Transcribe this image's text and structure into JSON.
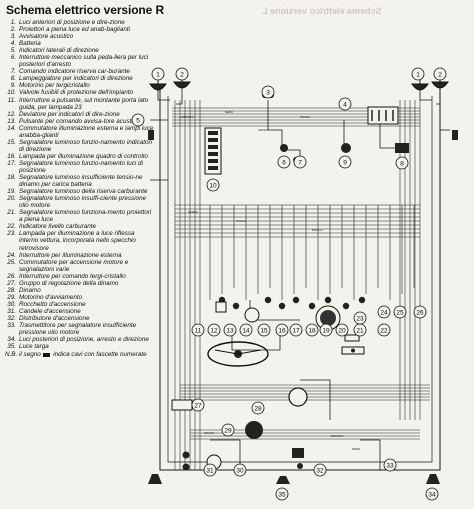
{
  "title": "Schema elettrico versione R",
  "ghost_text": "Schema elettrico versione L",
  "legend": [
    {
      "n": "1.",
      "t": "Luci anteriori di posizione e dire-zione"
    },
    {
      "n": "2.",
      "t": "Proiettori a piena luce ed anab-baglianti"
    },
    {
      "n": "3.",
      "t": "Avvisatore acustico"
    },
    {
      "n": "4.",
      "t": "Batteria"
    },
    {
      "n": "5.",
      "t": "Indicatori laterali di direzione"
    },
    {
      "n": "6.",
      "t": "Interruttore meccanico sulla peda-liera per luci posteriori d'arresto"
    },
    {
      "n": "7.",
      "t": "Comando indicatore riserva car-burante"
    },
    {
      "n": "8.",
      "t": "Lampeggiatore per indicatori di direzione"
    },
    {
      "n": "9.",
      "t": "Motorino per tergicristallo"
    },
    {
      "n": "10.",
      "t": "Valvole fusibili di protezione dell'impianto"
    },
    {
      "n": "11.",
      "t": "Interruttore a pulsante, sul montante porta lato guida, per lampada 23"
    },
    {
      "n": "12.",
      "t": "Deviatore per indicatori di dire-zione"
    },
    {
      "n": "13.",
      "t": "Pulsante per comando avvisa-tore acustico"
    },
    {
      "n": "14.",
      "t": "Commutatore illuminazione esterna e lampi luce anabba-glianti"
    },
    {
      "n": "15.",
      "t": "Segnalatore luminoso funzio-namento indicatori di direzione"
    },
    {
      "n": "16.",
      "t": "Lampada per illuminazione quadro di controllo"
    },
    {
      "n": "17.",
      "t": "Segnalatore luminoso funzio-namento luci di posizione"
    },
    {
      "n": "18.",
      "t": "Segnalatore luminoso insufficiente tensio-ne dinamo per carica batteria"
    },
    {
      "n": "19.",
      "t": "Segnalatore luminoso della riserva carburante"
    },
    {
      "n": "20.",
      "t": "Segnalatore luminoso insuffi-ciente pressione olio motore"
    },
    {
      "n": "21.",
      "t": "Segnalatore luminoso funziona-mento proiettori a piena luce"
    },
    {
      "n": "22.",
      "t": "Indicatore livello carburante"
    },
    {
      "n": "23.",
      "t": "Lampada per illuminazione a luce riflessa interno vettura, incorporata nello specchio retrovisore"
    },
    {
      "n": "24.",
      "t": "Interruttore per illuminazione esterna"
    },
    {
      "n": "25.",
      "t": "Commutatore per accensione motore e segnalazioni varie"
    },
    {
      "n": "26.",
      "t": "Interruttore per comando tergi-cristallo"
    },
    {
      "n": "27.",
      "t": "Gruppo di regolazione della dinamo"
    },
    {
      "n": "28.",
      "t": "Dinamo"
    },
    {
      "n": "29.",
      "t": "Motorino d'avviamento"
    },
    {
      "n": "30.",
      "t": "Rocchetto d'accensione"
    },
    {
      "n": "31.",
      "t": "Candele d'accensione"
    },
    {
      "n": "32.",
      "t": "Distributore d'accensione"
    },
    {
      "n": "33.",
      "t": "Trasmettitore per segnalatore insufficiente pressione olio motore"
    },
    {
      "n": "34.",
      "t": "Luci posteriori di posizione, arresto e direzione"
    },
    {
      "n": "35.",
      "t": "Luce targa"
    }
  ],
  "note_prefix": "N.B. il segno",
  "note_suffix": "indica cavi con fascette numerate",
  "component_numbers": [
    "1",
    "2",
    "3",
    "4",
    "5",
    "6",
    "7",
    "8",
    "9",
    "10",
    "11",
    "12",
    "13",
    "14",
    "15",
    "16",
    "17",
    "18",
    "19",
    "20",
    "21",
    "22",
    "23",
    "24",
    "25",
    "26",
    "27",
    "28",
    "29",
    "30",
    "31",
    "32",
    "33",
    "34",
    "35"
  ],
  "wire_labels": [
    "AZZURRO",
    "NERO",
    "GRIGIO",
    "ROSSO",
    "VERDE",
    "GIALLO",
    "BIANCO"
  ]
}
